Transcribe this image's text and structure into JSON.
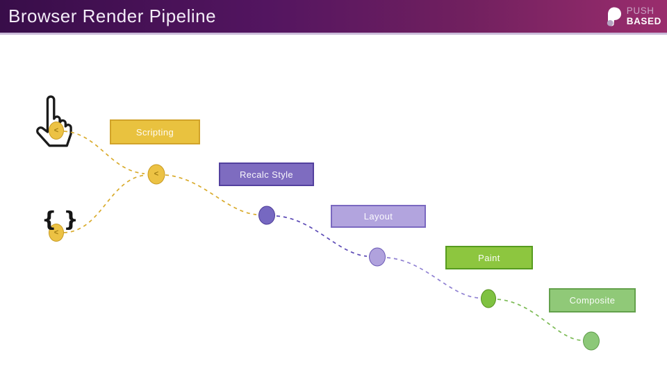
{
  "header": {
    "title": "Browser Render Pipeline",
    "logo": {
      "line1": "PUSH",
      "line2": "BASED"
    },
    "colors": {
      "gradient_left": "#380d49",
      "gradient_right": "#9a2d6d",
      "underline": "#c9bad8"
    }
  },
  "diagram": {
    "brace_open": "{",
    "brace_close": "}",
    "node_glyph": "<",
    "stages": [
      {
        "id": "scripting",
        "label": "Scripting",
        "fill": "#e9c23f",
        "border": "#d1a32a"
      },
      {
        "id": "recalc-style",
        "label": "Recalc Style",
        "fill": "#7e6cc0",
        "border": "#53409e"
      },
      {
        "id": "layout",
        "label": "Layout",
        "fill": "#b2a4de",
        "border": "#7a68c0"
      },
      {
        "id": "paint",
        "label": "Paint",
        "fill": "#8dc63f",
        "border": "#569b1f"
      },
      {
        "id": "composite",
        "label": "Composite",
        "fill": "#90c978",
        "border": "#63a14b"
      }
    ],
    "edge_colors": {
      "scripting": "#d9ab2c",
      "recalc_style": "#5b49b5",
      "layout": "#8f80d2",
      "paint": "#7cbb55"
    }
  }
}
